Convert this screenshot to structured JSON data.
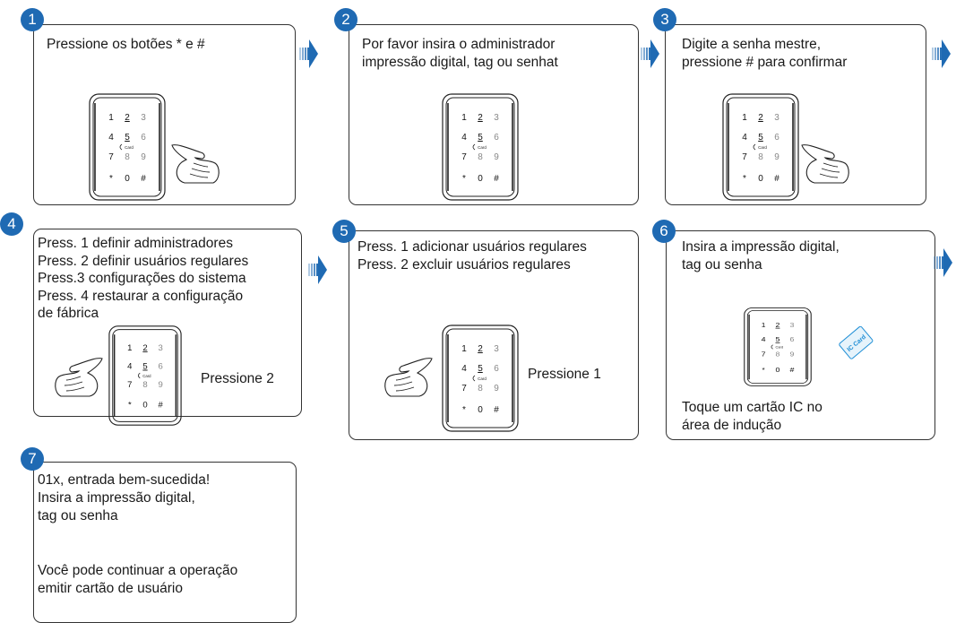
{
  "accent": "#1f6ab3",
  "steps": [
    {
      "num": "1",
      "lines": [
        "Pressione os botões * e #"
      ]
    },
    {
      "num": "2",
      "lines": [
        "Por favor insira o administrador",
        "impressão digital, tag ou senhat"
      ]
    },
    {
      "num": "3",
      "lines": [
        "Digite a senha mestre,",
        "pressione # para confirmar"
      ]
    },
    {
      "num": "4",
      "lines": [
        "Press. 1  definir administradores",
        "Press. 2  definir usuários regulares",
        "Press.3  configurações do sistema",
        "Press. 4  restaurar a configuração",
        "de fábrica"
      ],
      "side_label": "Pressione 2"
    },
    {
      "num": "5",
      "lines": [
        "Press. 1  adicionar usuários regulares",
        "Press. 2  excluir usuários regulares"
      ],
      "side_label": "Pressione 1"
    },
    {
      "num": "6",
      "lines": [
        "Insira a impressão digital,",
        "tag ou senha"
      ],
      "bottom_lines": [
        "Toque um cartão IC no",
        "área de indução"
      ],
      "card_label": "IC Card"
    },
    {
      "num": "7",
      "lines": [
        "01x, entrada bem-sucedida!",
        "Insira a impressão digital,",
        "tag ou senha"
      ],
      "bottom_lines": [
        "Você pode continuar a operação",
        "emitir cartão de usuário"
      ]
    }
  ],
  "keypad": {
    "keys": [
      "1",
      "2",
      "3",
      "4",
      "5",
      "6",
      "7",
      "8",
      "9",
      "*",
      "0",
      "#"
    ],
    "card_text": "Card"
  },
  "icons": [
    "next-step-arrow-icon",
    "keypad-icon",
    "pointing-hand-icon",
    "ic-card-icon"
  ]
}
